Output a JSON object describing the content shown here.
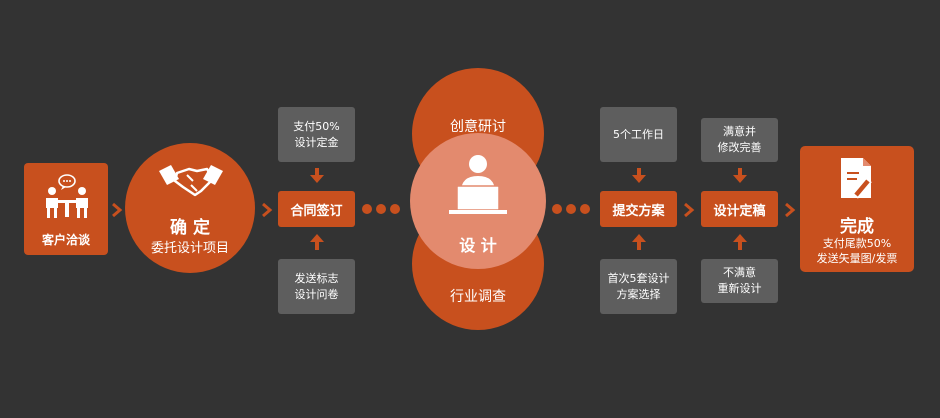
{
  "colors": {
    "background": "#333333",
    "accent": "#C8501E",
    "gray_box": "#5E5E5E",
    "text": "#FFFFFF"
  },
  "step1": {
    "label": "客户洽谈",
    "icon": "meeting-icon"
  },
  "step2": {
    "title": "确 定",
    "subtitle": "委托设计项目",
    "icon": "handshake-icon"
  },
  "step3": {
    "label": "合同签订",
    "top_note": [
      "支付50%",
      "设计定金"
    ],
    "bottom_note": [
      "发送标志",
      "设计问卷"
    ]
  },
  "center": {
    "top": "创意研讨",
    "middle": "设 计",
    "bottom": "行业调查",
    "icon": "designer-laptop-icon"
  },
  "step4": {
    "label": "提交方案",
    "top_note": [
      "5个工作日"
    ],
    "bottom_note": [
      "首次5套设计",
      "方案选择"
    ]
  },
  "step5": {
    "label": "设计定稿",
    "top_note": [
      "满意并",
      "修改完善"
    ],
    "bottom_note": [
      "不满意",
      "重新设计"
    ]
  },
  "step6": {
    "title": "完成",
    "lines": [
      "支付尾款50%",
      "发送矢量图/发票"
    ],
    "icon": "document-edit-icon"
  }
}
